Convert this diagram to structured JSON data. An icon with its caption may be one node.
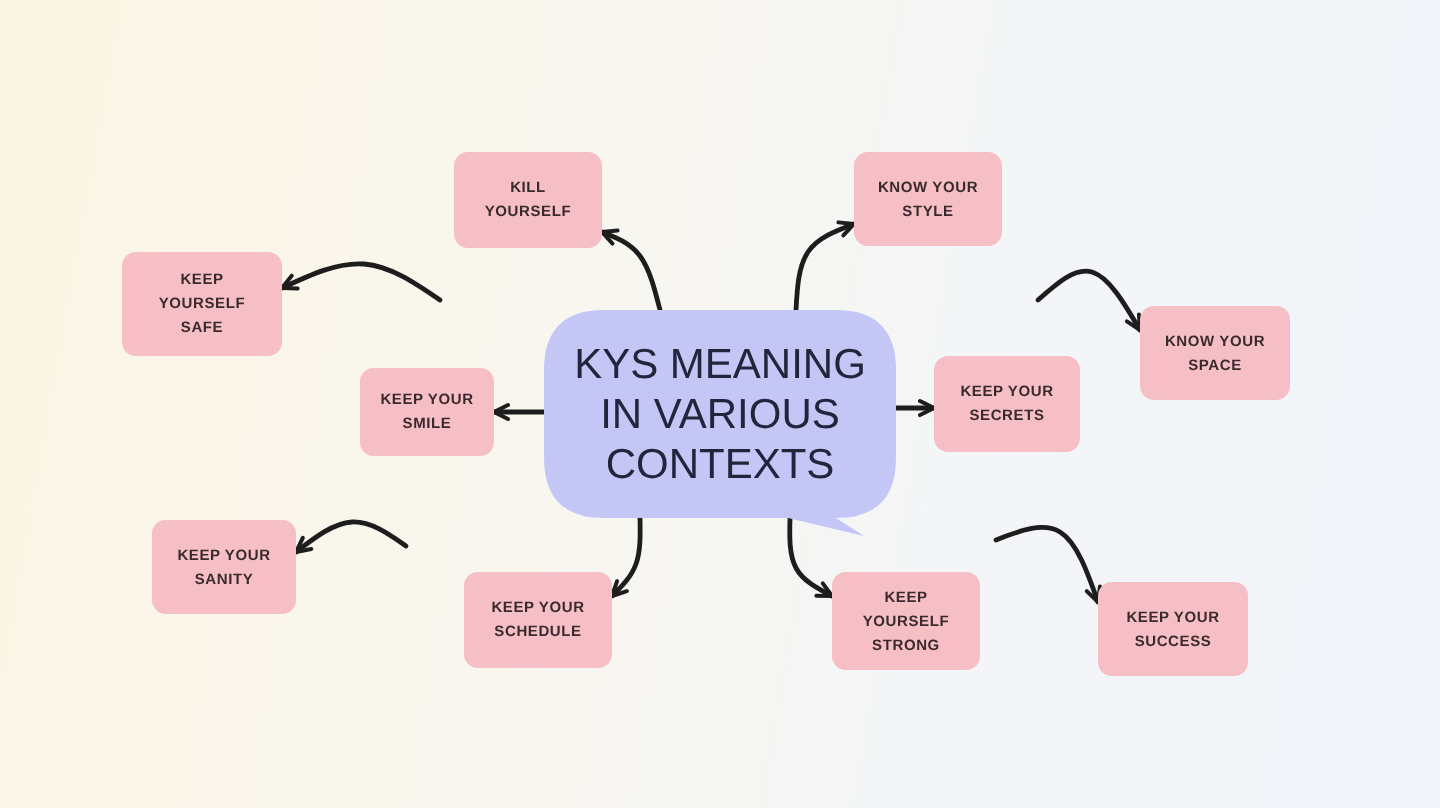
{
  "diagram": {
    "nodes": [
      {
        "text": [
          "KYS MEANING IN VARIOUS CONTEXTS"
        ]
      },
      {
        "text": [
          "KILL YOURSELF"
        ]
      },
      {
        "text": [
          "KNOW YOUR STYLE"
        ]
      },
      {
        "text": [
          "KEEP YOURSELF SAFE"
        ]
      },
      {
        "text": [
          "KNOW YOUR SPACE"
        ]
      },
      {
        "text": [
          "KEEP YOUR SMILE"
        ]
      },
      {
        "text": [
          "KEEP YOUR SECRETS"
        ]
      },
      {
        "text": [
          "KEEP YOUR SANITY"
        ]
      },
      {
        "text": [
          "KEEP YOUR SCHEDULE"
        ]
      },
      {
        "text": [
          "KEEP YOURSELF STRONG"
        ]
      },
      {
        "text": [
          "KEEP YOUR SUCCESS"
        ]
      }
    ],
    "edges": [
      {
        "from": 0,
        "to": 1,
        "arrow": "to"
      },
      {
        "from": 0,
        "to": 2,
        "arrow": "to"
      },
      {
        "from": 0,
        "to": 5,
        "arrow": "to"
      },
      {
        "from": 0,
        "to": 6,
        "arrow": "to"
      },
      {
        "from": 0,
        "to": 8,
        "arrow": "to"
      },
      {
        "from": 0,
        "to": 9,
        "arrow": "to"
      },
      {
        "from": null,
        "to": 3,
        "arrow": "to"
      },
      {
        "from": null,
        "to": 4,
        "arrow": "to"
      },
      {
        "from": null,
        "to": 7,
        "arrow": "to"
      },
      {
        "from": null,
        "to": 10,
        "arrow": "to"
      }
    ]
  }
}
